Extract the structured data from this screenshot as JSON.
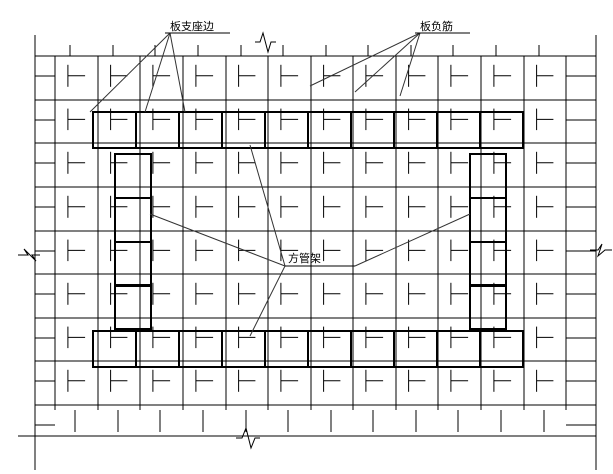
{
  "labels": {
    "label_top_left": "板支座边",
    "label_top_right": "板负筋",
    "label_center": "方管架"
  },
  "colors": {
    "line": "#000000",
    "leader": "#333333",
    "background": "#ffffff"
  }
}
